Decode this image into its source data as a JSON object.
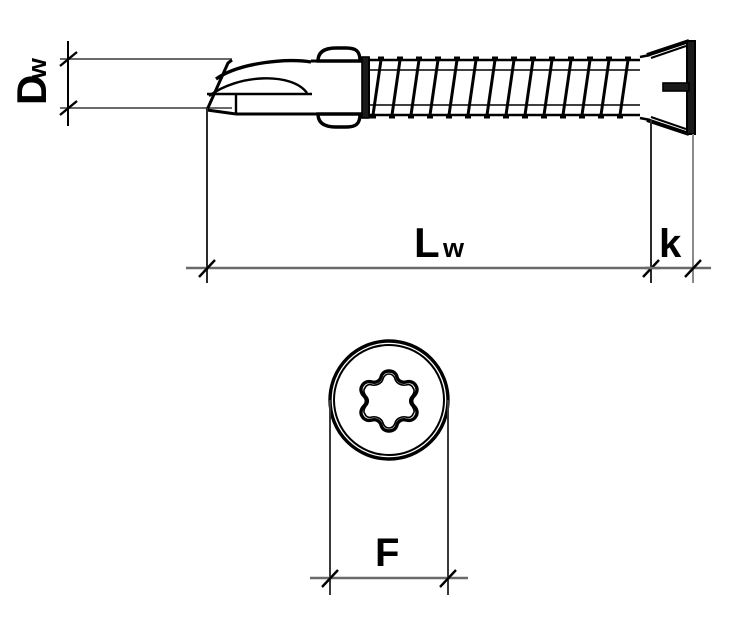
{
  "figure": {
    "title": "Self-drilling wing screw with countersunk Torx head - dimensioned technical drawing",
    "background_color": "#ffffff",
    "line_color": "#000000",
    "dimension_line_color": "#595959",
    "views": [
      {
        "name": "side-view",
        "description": "Side elevation of self-drilling wing screw: drill point, wings, threaded shank, countersunk head"
      },
      {
        "name": "head-end-view",
        "description": "End view of the countersunk head showing six-lobe Torx recess"
      }
    ]
  },
  "dimensions": {
    "dw": {
      "label_main": "D",
      "label_sub": "w",
      "name": "washer-head-or-shank-diameter",
      "orientation": "vertical",
      "view": "side-view"
    },
    "lw": {
      "label_main": "L",
      "label_sub": "w",
      "name": "working-length",
      "orientation": "horizontal",
      "view": "side-view"
    },
    "k": {
      "label_main": "k",
      "name": "head-height",
      "orientation": "horizontal",
      "view": "side-view"
    },
    "f": {
      "label_main": "F",
      "name": "head-diameter",
      "orientation": "horizontal",
      "view": "head-end-view"
    }
  },
  "colors": {
    "outline": "#000000",
    "thin_line": "#4d4d4d",
    "dimension": "#666666",
    "white": "#ffffff"
  }
}
